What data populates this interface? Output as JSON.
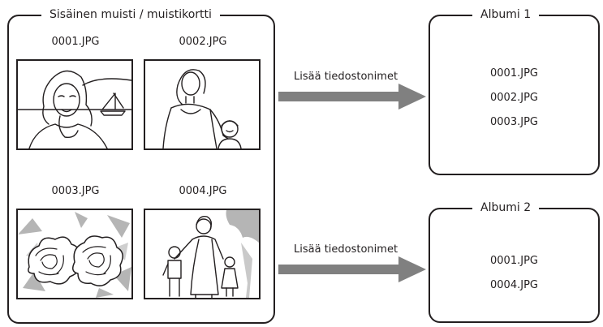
{
  "storage": {
    "title": "Sisäinen muisti / muistikortti",
    "photos": [
      {
        "filename": "0001.JPG",
        "icon": "woman-portrait-sailboat-icon"
      },
      {
        "filename": "0002.JPG",
        "icon": "mother-and-child-icon"
      },
      {
        "filename": "0003.JPG",
        "icon": "flowers-icon"
      },
      {
        "filename": "0004.JPG",
        "icon": "family-walk-icon"
      }
    ]
  },
  "arrows": [
    {
      "label": "Lisää tiedostonimet",
      "color": "#808080"
    },
    {
      "label": "Lisää tiedostonimet",
      "color": "#808080"
    }
  ],
  "albums": [
    {
      "title": "Albumi 1",
      "files": [
        "0001.JPG",
        "0002.JPG",
        "0003.JPG"
      ]
    },
    {
      "title": "Albumi 2",
      "files": [
        "0001.JPG",
        "0004.JPG"
      ]
    }
  ]
}
